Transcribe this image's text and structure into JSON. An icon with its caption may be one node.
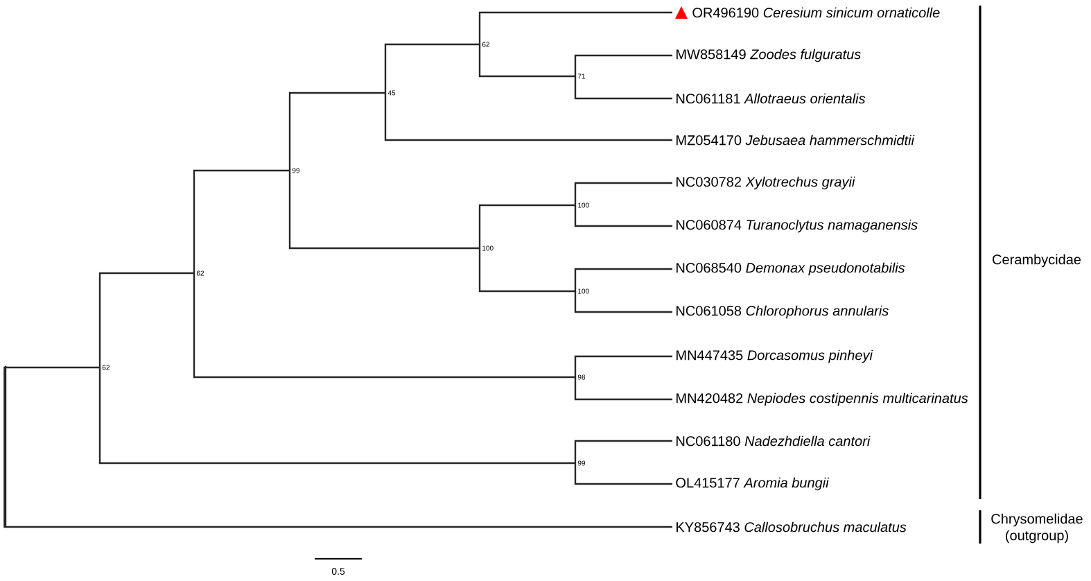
{
  "diagram": {
    "nodes": [
      {
        "text": [],
        "shape": "bar"
      },
      {
        "text": [
          "62"
        ]
      },
      {
        "text": [
          "62"
        ]
      },
      {
        "text": [
          "99"
        ]
      },
      {
        "text": [
          "45"
        ]
      },
      {
        "text": [
          "62"
        ]
      },
      {
        "text": [
          "OR496190 *Ceresium sinicum ornaticolle*"
        ]
      },
      {
        "text": [
          "71"
        ]
      },
      {
        "text": [
          "MW858149 *Zoodes fulguratus*"
        ]
      },
      {
        "text": [
          "NC061181 *Allotraeus orientalis*"
        ]
      },
      {
        "text": [
          "MZ054170 *Jebusaea hammerschmidtii*"
        ]
      },
      {
        "text": [
          "100"
        ]
      },
      {
        "text": [
          "100"
        ]
      },
      {
        "text": [
          "NC030782 *Xylotrechus grayii*"
        ]
      },
      {
        "text": [
          "NC060874 *Turanoclytus namaganensis*"
        ]
      },
      {
        "text": [
          "100"
        ]
      },
      {
        "text": [
          "NC068540 *Demonax pseudonotabilis*"
        ]
      },
      {
        "text": [
          "NC061058 *Chlorophorus annularis*"
        ]
      },
      {
        "text": [
          "98"
        ]
      },
      {
        "text": [
          "MN447435 *Dorcasomus pinheyi*"
        ]
      },
      {
        "text": [
          "MN420482 *Nepiodes costipennis multicarinatus*"
        ]
      },
      {
        "text": [
          "99"
        ]
      },
      {
        "text": [
          "NC061180 *Nadezhdiella cantori*"
        ]
      },
      {
        "text": [
          "OL415177 *Aromia bungii*"
        ]
      },
      {
        "text": [
          "KY856743 *Callosobruchus maculatus*"
        ]
      }
    ],
    "edges": [
      {
        "from": 0,
        "to": 1,
        "arrow": "none"
      },
      {
        "from": 0,
        "to": 24,
        "arrow": "none"
      },
      {
        "from": 1,
        "to": 2,
        "arrow": "none"
      },
      {
        "from": 1,
        "to": 21,
        "arrow": "none"
      },
      {
        "from": 2,
        "to": 3,
        "arrow": "none"
      },
      {
        "from": 2,
        "to": 18,
        "arrow": "none"
      },
      {
        "from": 3,
        "to": 4,
        "arrow": "none"
      },
      {
        "from": 3,
        "to": 11,
        "arrow": "none"
      },
      {
        "from": 4,
        "to": 5,
        "arrow": "none"
      },
      {
        "from": 4,
        "to": 10,
        "arrow": "none"
      },
      {
        "from": 5,
        "to": 6,
        "arrow": "none"
      },
      {
        "from": 5,
        "to": 7,
        "arrow": "none"
      },
      {
        "from": 7,
        "to": 8,
        "arrow": "none"
      },
      {
        "from": 7,
        "to": 9,
        "arrow": "none"
      },
      {
        "from": 11,
        "to": 12,
        "arrow": "none"
      },
      {
        "from": 11,
        "to": 15,
        "arrow": "none"
      },
      {
        "from": 12,
        "to": 13,
        "arrow": "none"
      },
      {
        "from": 12,
        "to": 14,
        "arrow": "none"
      },
      {
        "from": 15,
        "to": 16,
        "arrow": "none"
      },
      {
        "from": 15,
        "to": 17,
        "arrow": "none"
      },
      {
        "from": 18,
        "to": 19,
        "arrow": "none"
      },
      {
        "from": 18,
        "to": 20,
        "arrow": "none"
      },
      {
        "from": 21,
        "to": 22,
        "arrow": "none"
      },
      {
        "from": 21,
        "to": 23,
        "arrow": "none"
      }
    ],
    "labels": [
      "Cerambycidae",
      "Chrysomelidae (outgroup)",
      "0.5"
    ]
  }
}
